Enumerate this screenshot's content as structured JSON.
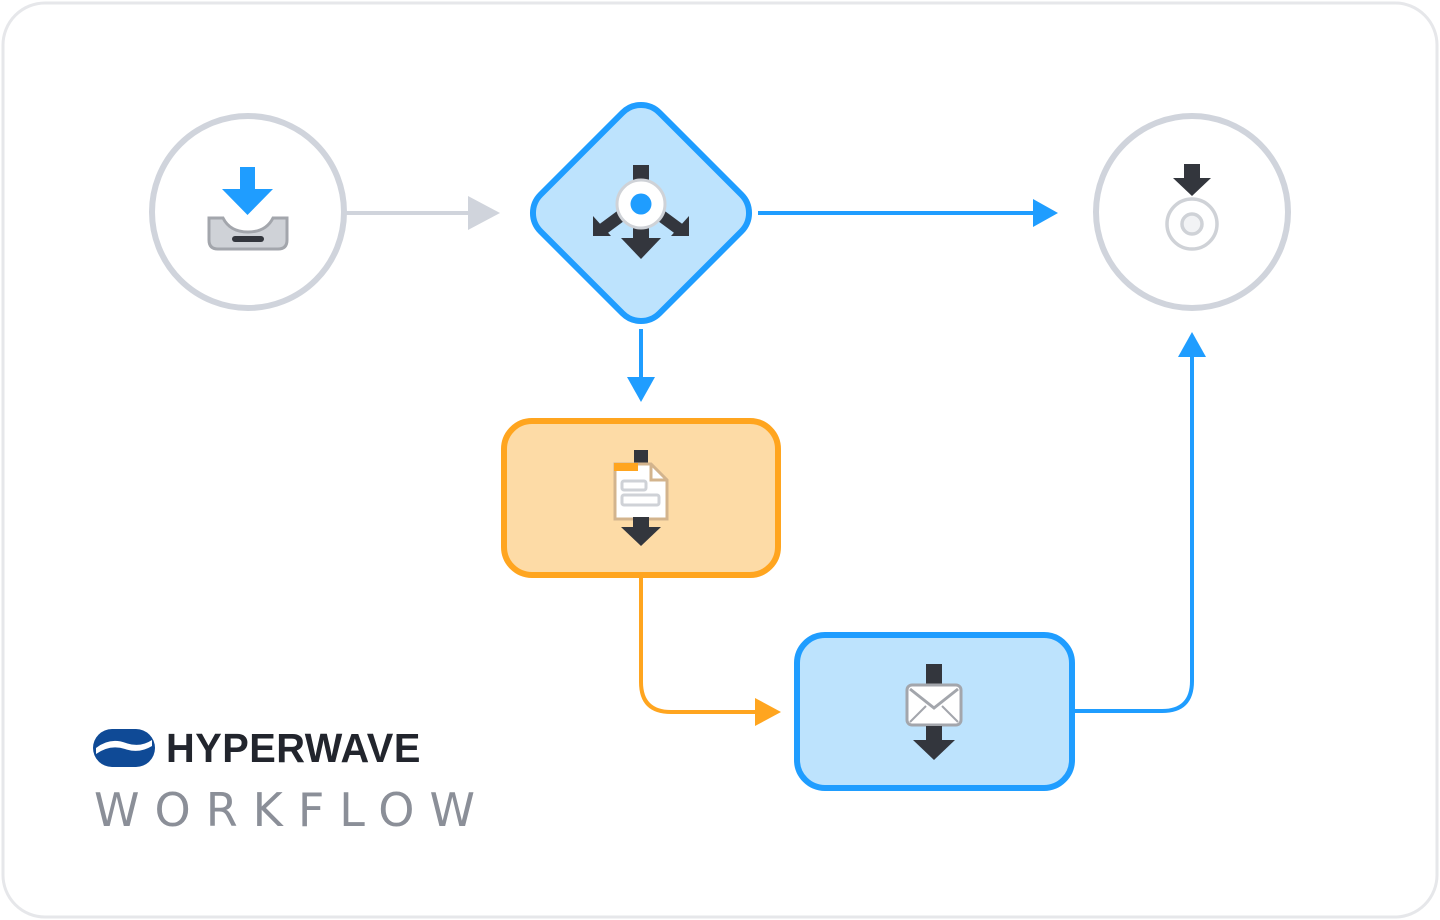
{
  "brand": {
    "name": "HYPERWAVE",
    "subtitle": "WORKFLOW"
  },
  "colors": {
    "frame": "#e6e7ea",
    "neutral": "#d0d4dc",
    "blue": "#1f9dff",
    "blue_fill": "#bde3fd",
    "orange": "#ffa51f",
    "orange_fill": "#fddba6",
    "icon_dark": "#33363d",
    "brand_blue": "#0f4a96"
  },
  "nodes": [
    {
      "id": "start",
      "kind": "start-event",
      "icon": "inbox-download-icon",
      "state": "neutral"
    },
    {
      "id": "gateway",
      "kind": "gateway",
      "icon": "split-flow-icon",
      "state": "active"
    },
    {
      "id": "end",
      "kind": "end-event",
      "icon": "end-target-icon",
      "state": "neutral"
    },
    {
      "id": "form-task",
      "kind": "task",
      "icon": "form-document-icon",
      "state": "in-progress"
    },
    {
      "id": "mail-task",
      "kind": "task",
      "icon": "mail-icon",
      "state": "active"
    }
  ],
  "edges": [
    {
      "from": "start",
      "to": "gateway",
      "state": "neutral"
    },
    {
      "from": "gateway",
      "to": "end",
      "state": "active"
    },
    {
      "from": "gateway",
      "to": "form-task",
      "state": "active"
    },
    {
      "from": "form-task",
      "to": "mail-task",
      "state": "in-progress"
    },
    {
      "from": "mail-task",
      "to": "end",
      "state": "active"
    }
  ]
}
